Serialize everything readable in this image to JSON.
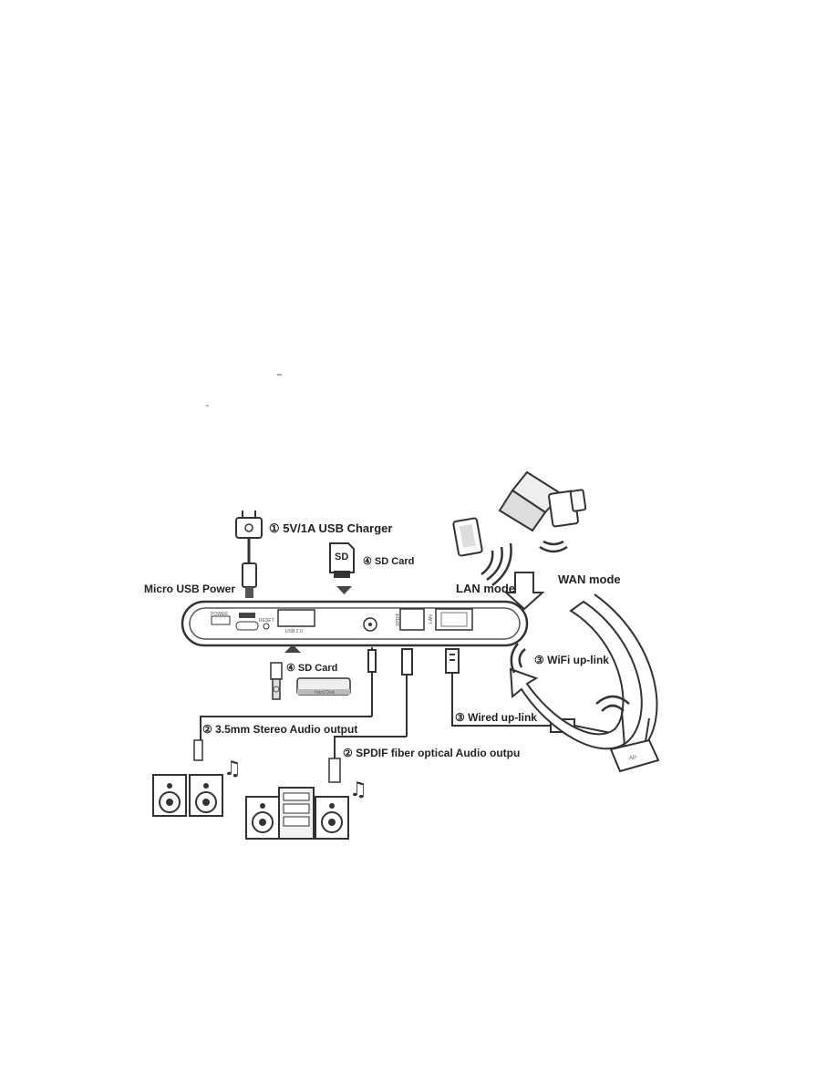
{
  "labels": {
    "charger": "① 5V/1A USB Charger",
    "micro_usb_power": "Micro USB Power",
    "sd_card_top": "④ SD Card",
    "lan_mode": "LAN mode",
    "wan_mode": "WAN mode",
    "wifi_uplink": "③ WiFi up-link",
    "sd_card_bottom": "④ SD Card",
    "stereo_out": "② 3.5mm Stereo Audio output",
    "spdif_out": "② SPDIF fiber optical Audio outpu",
    "wired_uplink": "③ Wired up-link"
  },
  "device_panel": {
    "power": "POWER",
    "reset": "RESET",
    "usb": "USB 2.0",
    "spdif": "SPDIF",
    "lan": "LAN"
  },
  "sd_chip": "SD",
  "hdd_label": "Hard Disk",
  "router_label": "AP",
  "colors": {
    "line": "#333333",
    "fill": "#eeeeee",
    "arrow_fill": "#ffffff"
  }
}
